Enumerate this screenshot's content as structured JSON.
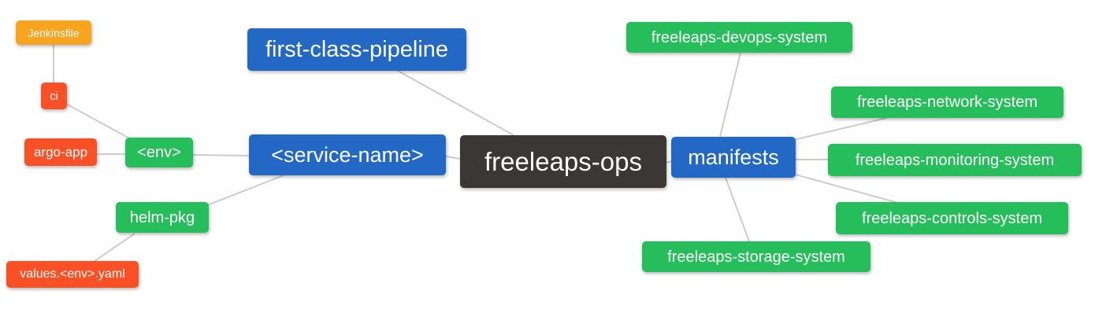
{
  "colors": {
    "blue": "#2268C4",
    "green": "#25BE5B",
    "red": "#F95125",
    "orange": "#F8A41F",
    "dark": "#3A3735",
    "edge": "#CCCCCC",
    "text": "#FFFFFF",
    "background": "#FFFFFF"
  },
  "mindmap": {
    "root_label": "freeleaps-ops",
    "nodes": [
      {
        "id": "jenkinsfile",
        "label": "Jenkinsfile",
        "color": "orange"
      },
      {
        "id": "ci",
        "label": "ci",
        "color": "red"
      },
      {
        "id": "argo-app",
        "label": "argo-app",
        "color": "red"
      },
      {
        "id": "env",
        "label": "<env>",
        "color": "green"
      },
      {
        "id": "helm-pkg",
        "label": "helm-pkg",
        "color": "green"
      },
      {
        "id": "values-env-yaml",
        "label": "values.<env>.yaml",
        "color": "red"
      },
      {
        "id": "service-name",
        "label": "<service-name>",
        "color": "blue"
      },
      {
        "id": "first-class-pipeline",
        "label": "first-class-pipeline",
        "color": "blue"
      },
      {
        "id": "freeleaps-ops",
        "label": "freeleaps-ops",
        "color": "dark"
      },
      {
        "id": "manifests",
        "label": "manifests",
        "color": "blue"
      },
      {
        "id": "devops-system",
        "label": "freeleaps-devops-system",
        "color": "green"
      },
      {
        "id": "network-system",
        "label": "freeleaps-network-system",
        "color": "green"
      },
      {
        "id": "monitoring-system",
        "label": "freeleaps-monitoring-system",
        "color": "green"
      },
      {
        "id": "controls-system",
        "label": "freeleaps-controls-system",
        "color": "green"
      },
      {
        "id": "storage-system",
        "label": "freeleaps-storage-system",
        "color": "green"
      }
    ],
    "edges": [
      {
        "from": "Jenkinsfile",
        "to": "ci"
      },
      {
        "from": "ci",
        "to": "<env>"
      },
      {
        "from": "argo-app",
        "to": "<env>"
      },
      {
        "from": "<env>",
        "to": "<service-name>"
      },
      {
        "from": "helm-pkg",
        "to": "<service-name>"
      },
      {
        "from": "values.<env>.yaml",
        "to": "helm-pkg"
      },
      {
        "from": "<service-name>",
        "to": "freeleaps-ops"
      },
      {
        "from": "first-class-pipeline",
        "to": "freeleaps-ops"
      },
      {
        "from": "freeleaps-ops",
        "to": "manifests"
      },
      {
        "from": "manifests",
        "to": "freeleaps-devops-system"
      },
      {
        "from": "manifests",
        "to": "freeleaps-network-system"
      },
      {
        "from": "manifests",
        "to": "freeleaps-monitoring-system"
      },
      {
        "from": "manifests",
        "to": "freeleaps-controls-system"
      },
      {
        "from": "manifests",
        "to": "freeleaps-storage-system"
      }
    ]
  }
}
